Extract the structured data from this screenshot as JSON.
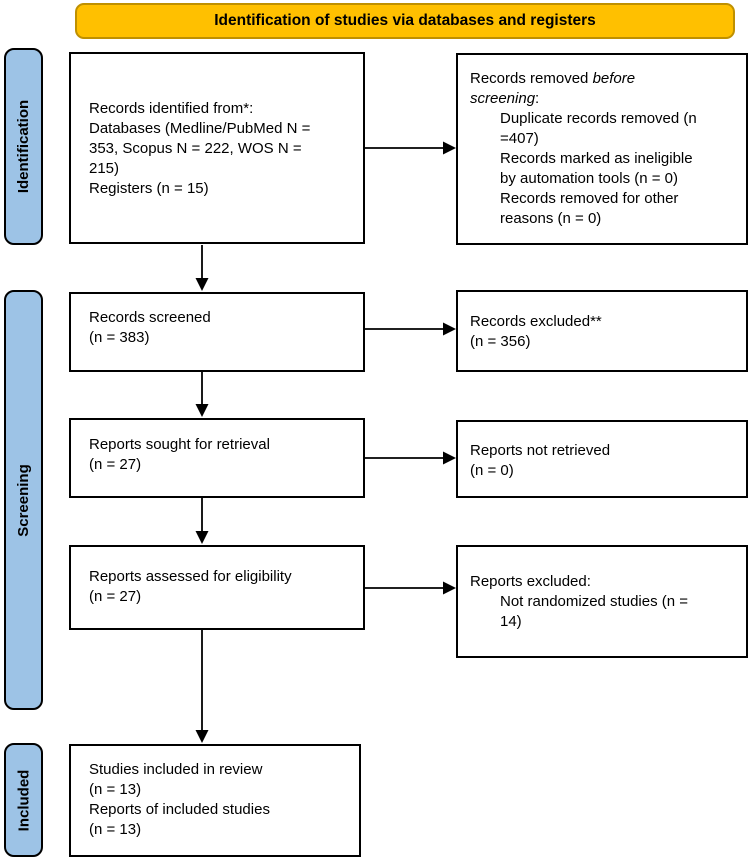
{
  "banner": {
    "title": "Identification of studies via databases and registers"
  },
  "stages": [
    {
      "label": "Identification"
    },
    {
      "label": "Screening"
    },
    {
      "label": "Included"
    }
  ],
  "colors": {
    "banner_fill": "#FFC000",
    "banner_border": "#BF9000",
    "stage_fill": "#9DC3E6",
    "box_background": "#FFFFFF",
    "line_color": "#000000"
  },
  "boxes": {
    "identified": {
      "lines": [
        "Records identified from*:",
        "Databases (Medline/PubMed N =",
        "353, Scopus N = 222, WOS N =",
        "215)",
        "Registers (n = 15)"
      ]
    },
    "removed": {
      "heading_normal": "Records removed ",
      "heading_italic_1": "before",
      "heading_italic_2": "screening",
      "heading_colon": ":",
      "item_lines": [
        "Duplicate records removed (n",
        "=407)",
        "Records marked as ineligible",
        "by automation tools (n = 0)",
        "Records removed for other",
        "reasons (n = 0)"
      ]
    },
    "screened": {
      "lines": [
        "Records screened",
        "(n = 383)"
      ]
    },
    "excluded": {
      "lines": [
        "Records excluded**",
        "(n = 356)"
      ]
    },
    "sought": {
      "lines": [
        "Reports sought for retrieval",
        "(n = 27)"
      ]
    },
    "not_retrieved": {
      "lines": [
        "Reports not retrieved",
        "(n = 0)"
      ]
    },
    "assessed": {
      "lines": [
        "Reports assessed for eligibility",
        "(n = 27)"
      ]
    },
    "reports_excluded": {
      "heading": "Reports excluded:",
      "item_lines": [
        "Not randomized studies (n =",
        "14)"
      ]
    },
    "included": {
      "lines": [
        "Studies included in review",
        "(n = 13)",
        "Reports of included studies",
        "(n = 13)"
      ]
    }
  }
}
